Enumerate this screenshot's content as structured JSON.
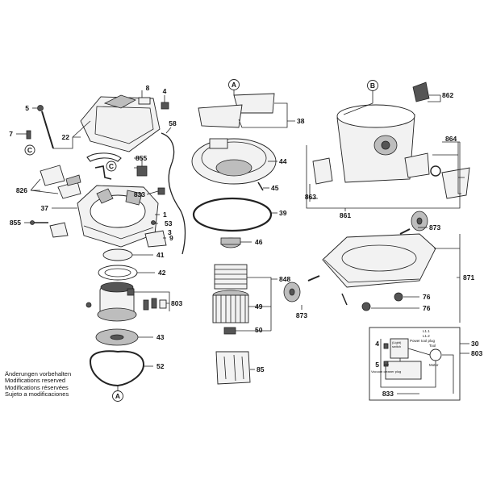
{
  "labels": {
    "l_8": "8",
    "l_4a": "4",
    "l_5a": "5",
    "l_7": "7",
    "l_22": "22",
    "l_58": "58",
    "l_855a": "855",
    "l_826": "826",
    "l_833a": "833",
    "l_37": "37",
    "l_1": "1",
    "l_53": "53",
    "l_855b": "855",
    "l_3": "3",
    "l_9": "9",
    "l_41": "41",
    "l_42": "42",
    "l_803a": "803",
    "l_43": "43",
    "l_52": "52",
    "l_38": "38",
    "l_44": "44",
    "l_45": "45",
    "l_39": "39",
    "l_46": "46",
    "l_848": "848",
    "l_49": "49",
    "l_50": "50",
    "l_85": "85",
    "l_862": "862",
    "l_864": "864",
    "l_863": "863",
    "l_861": "861",
    "l_873a": "873",
    "l_871": "871",
    "l_76a": "76",
    "l_76b": "76",
    "l_873b": "873",
    "l_4b": "4",
    "l_5b": "5",
    "l_30": "30",
    "l_803b": "803",
    "l_833b": "833"
  },
  "callouts": {
    "A_top": "A",
    "A_bottom": "A",
    "B_top": "B",
    "C_a": "C",
    "C_b": "C"
  },
  "schematic": {
    "l1": "L1.1",
    "l2": "L1.2",
    "power_tool_plug": "Power tool plug",
    "tool": "Tool",
    "light": "(Light)",
    "switch": "switch",
    "motor": "Motor",
    "vacuum_cleaner_plug": "Vacuum\ncleaner plug"
  },
  "notes": [
    "Änderungen vorbehalten",
    "Modifications reserved",
    "Modifications réservées",
    "Sujeto a modificaciones"
  ]
}
